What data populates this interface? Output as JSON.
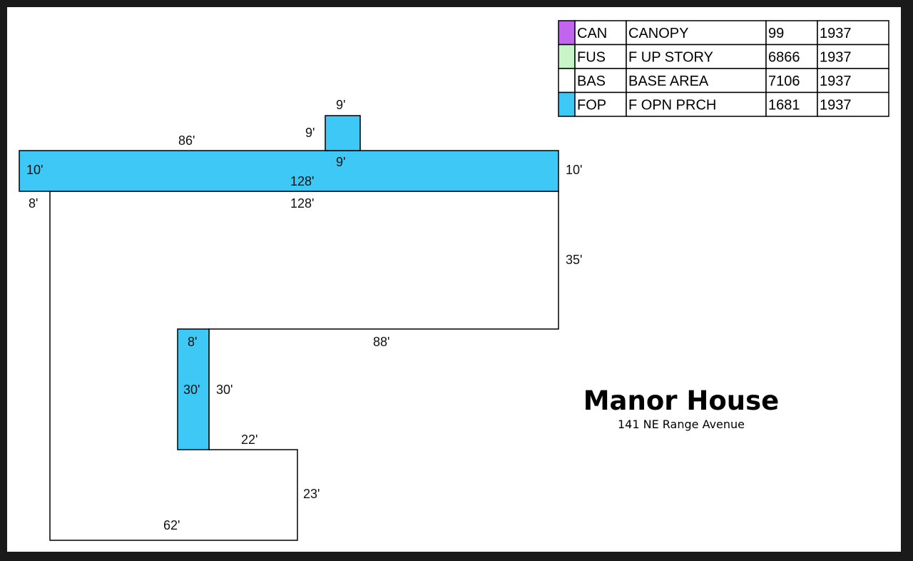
{
  "legend": [
    {
      "code": "CAN",
      "description": "CANOPY",
      "area": "99",
      "year": "1937",
      "color": "#c066ee"
    },
    {
      "code": "FUS",
      "description": "F UP STORY",
      "area": "6866",
      "year": "1937",
      "color": "#c8f5c8"
    },
    {
      "code": "BAS",
      "description": "BASE AREA",
      "area": "7106",
      "year": "1937",
      "color": "#ffffff"
    },
    {
      "code": "FOP",
      "description": "F OPN PRCH",
      "area": "1681",
      "year": "1937",
      "color": "#3ec8f6"
    }
  ],
  "dimensions": {
    "small_box_top": "9'",
    "small_box_left": "9'",
    "small_box_bottom": "9'",
    "porch_top_left": "86'",
    "porch_left": "10'",
    "porch_right": "10'",
    "porch_bottom": "128'",
    "base_top": "128'",
    "base_left_top": "8'",
    "base_right": "35'",
    "base_inner_top": "88'",
    "side_porch_top": "8'",
    "side_porch_left": "30'",
    "side_porch_right": "30'",
    "notch_top": "22'",
    "notch_right": "23'",
    "base_bottom": "62'"
  },
  "title": {
    "name": "Manor House",
    "address": "141 NE Range Avenue"
  }
}
